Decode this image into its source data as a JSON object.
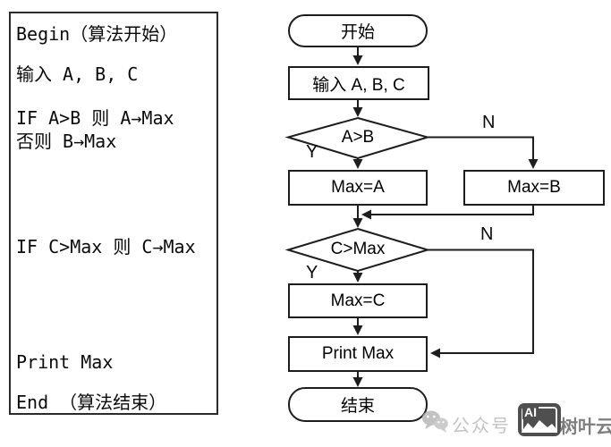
{
  "pseudocode": {
    "lines": [
      "Begin（算法开始）",
      "输入 A, B, C",
      "IF A>B 则 A→Max",
      "否则 B→Max",
      "IF C>Max 则 C→Max",
      "Print Max",
      "End （算法结束）"
    ]
  },
  "flowchart": {
    "nodes": {
      "start": "开始",
      "input": "输入 A, B, C",
      "decision_ab": "A>B",
      "max_a": "Max=A",
      "max_b": "Max=B",
      "decision_cmax": "C>Max",
      "max_c": "Max=C",
      "print_max": "Print Max",
      "end": "结束"
    },
    "branch_labels": {
      "yes": "Y",
      "no": "N"
    }
  },
  "watermark": {
    "platform": "公众号 ·",
    "logo_text": "AI",
    "brand": "树叶云"
  },
  "colors": {
    "line": "#1d1d1d",
    "panel_border": "#2b2b2b",
    "watermark_light": "#c3c3c3",
    "watermark_dark": "#7e7e7e",
    "logo_bg": "#4f4f4f"
  }
}
